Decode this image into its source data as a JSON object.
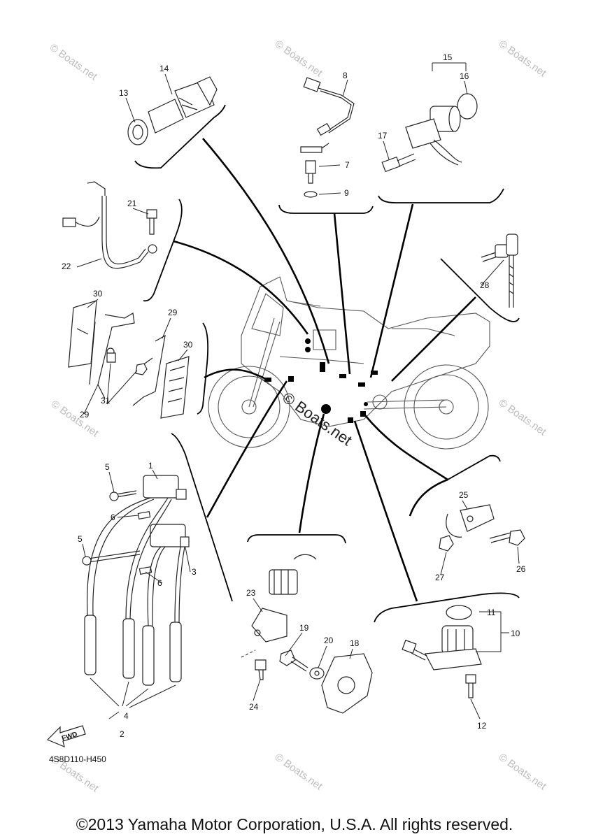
{
  "callouts": [
    {
      "n": "1"
    },
    {
      "n": "2"
    },
    {
      "n": "3"
    },
    {
      "n": "4"
    },
    {
      "n": "5"
    },
    {
      "n": "5"
    },
    {
      "n": "6"
    },
    {
      "n": "6"
    },
    {
      "n": "7"
    },
    {
      "n": "8"
    },
    {
      "n": "9"
    },
    {
      "n": "10"
    },
    {
      "n": "11"
    },
    {
      "n": "12"
    },
    {
      "n": "13"
    },
    {
      "n": "14"
    },
    {
      "n": "15"
    },
    {
      "n": "16"
    },
    {
      "n": "17"
    },
    {
      "n": "18"
    },
    {
      "n": "19"
    },
    {
      "n": "20"
    },
    {
      "n": "21"
    },
    {
      "n": "22"
    },
    {
      "n": "23"
    },
    {
      "n": "24"
    },
    {
      "n": "25"
    },
    {
      "n": "26"
    },
    {
      "n": "27"
    },
    {
      "n": "28"
    },
    {
      "n": "29"
    },
    {
      "n": "29"
    },
    {
      "n": "30"
    },
    {
      "n": "30"
    },
    {
      "n": "31"
    }
  ],
  "watermark": {
    "small": "© Boats.net",
    "center": "© Boats.net"
  },
  "diagram_code": "4S8D110-H450",
  "fwd_label": "FWD",
  "copyright": "©2013 Yamaha Motor Corporation, U.S.A. All rights reserved."
}
